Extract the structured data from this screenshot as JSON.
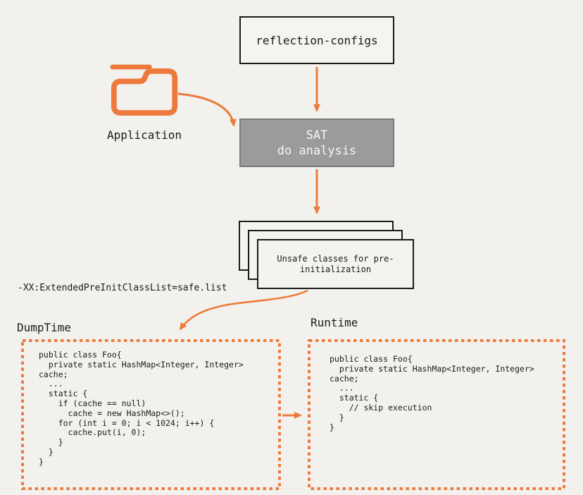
{
  "colors": {
    "accent_orange": "#ED7A3C",
    "box_border": "#1A1A1A",
    "sat_fill": "#9B9B9B",
    "sat_border": "#7A7A7A",
    "background": "#F2F1EE"
  },
  "icons": {
    "folder_icon": "folder"
  },
  "nodes": {
    "reflection_configs": "reflection-configs",
    "application_label": "Application",
    "sat_line1": "SAT",
    "sat_line2": "do analysis",
    "unsafe_line1": "Unsafe classes for pre-",
    "unsafe_line2": "initialization",
    "flag_label": "-XX:ExtendedPreInitClassList=safe.list",
    "dumptime_title": "DumpTime",
    "runtime_title": "Runtime",
    "dumptime_code": "public class Foo{\n  private static HashMap<Integer, Integer>\ncache;\n  ...\n  static {\n    if (cache == null)\n      cache = new HashMap<>();\n    for (int i = 0; i < 1024; i++) {\n      cache.put(i, 0);\n    }\n  }\n}",
    "runtime_code": "public class Foo{\n  private static HashMap<Integer, Integer>\ncache;\n  ...\n  static {\n    // skip execution\n  }\n}"
  }
}
